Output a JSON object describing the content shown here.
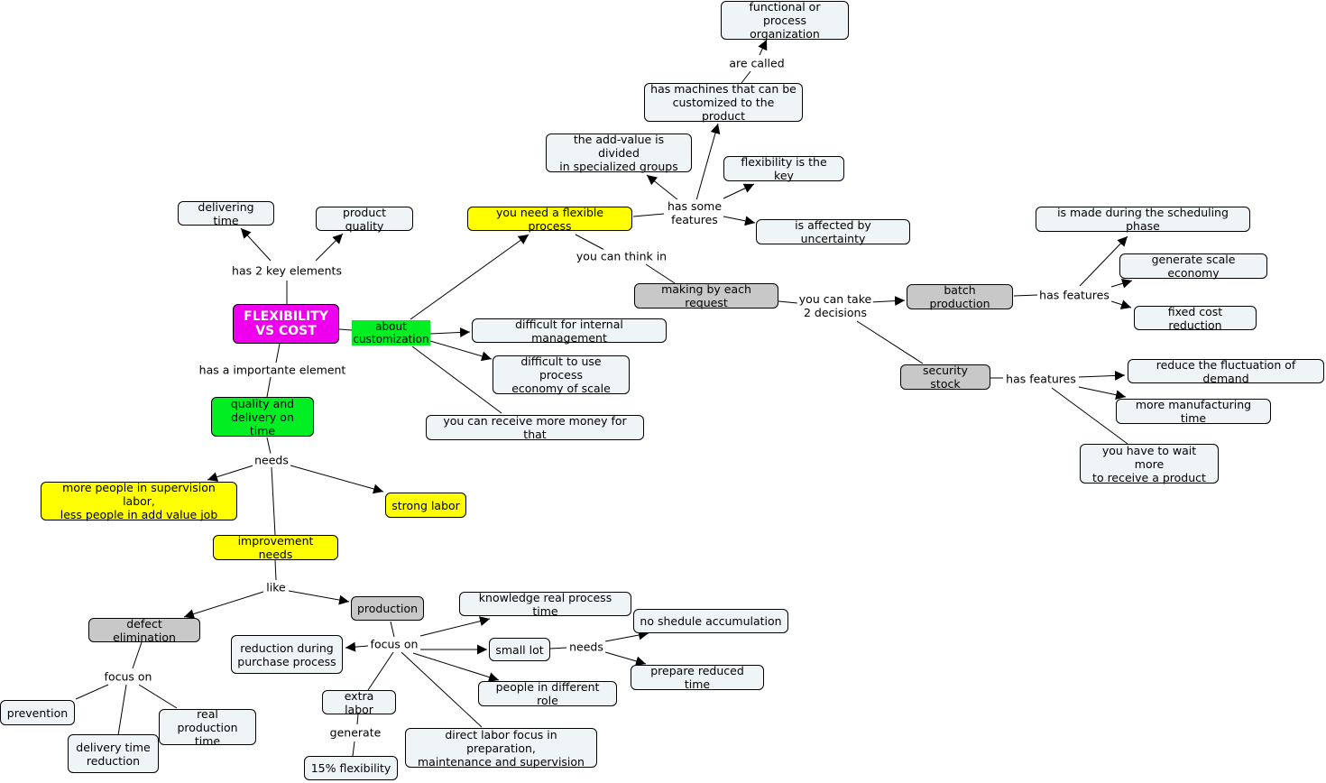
{
  "nodes": {
    "root": "FLEXIBILITY\nVS COST",
    "delivering_time": "delivering time",
    "product_quality": "product quality",
    "about_customization": "about\ncustomization",
    "flexible_process": "you need a flexible process",
    "difficult_internal": "difficult for internal management",
    "difficult_scale": "difficult to use process\neconomy of scale",
    "more_money": "you can receive more money for that",
    "functional_org": "functional or process\norganization",
    "machines_customized": "has machines that can be\ncustomized to the product",
    "add_value_divided": "the add-value is divided\nin specialized groups",
    "flexibility_key": "flexibility is the key",
    "affected_uncertainty": "is affected by uncertainty",
    "making_each_request": "making by each request",
    "batch_production": "batch production",
    "scheduling_phase": "is made during the scheduling phase",
    "scale_economy": "generate scale economy",
    "fixed_cost": "fixed cost reduction",
    "security_stock": "security stock",
    "reduce_fluctuation": "reduce the fluctuation of demand",
    "more_manufacturing": "more manufacturing time",
    "wait_more": "you have to wait more\nto receive a product",
    "quality_delivery": "quality and\ndelivery on time",
    "more_people": "more people in supervision labor,\nless people in add value job",
    "strong_labor": "strong labor",
    "improvement_needs": "improvement needs",
    "defect_elimination": "defect elimination",
    "production": "production",
    "prevention": "prevention",
    "delivery_reduction": "delivery time\nreduction",
    "real_production": "real production\ntime",
    "reduction_purchase": "reduction during\npurchase process",
    "knowledge_real": "knowledge real process time",
    "small_lot": "small lot",
    "no_schedule": "no shedule accumulation",
    "prepare_reduced": "prepare reduced time",
    "people_roles": "people in different role",
    "extra_labor": "extra labor",
    "flex_15": "15% flexibility",
    "direct_labor": "direct labor focus in preparation,\nmaintenance and supervision"
  },
  "links": {
    "has_2_key": "has 2 key elements",
    "has_importante": "has a importante element",
    "has_some_features": "has some\nfeatures",
    "are_called": "are called",
    "you_can_think": "you can think in",
    "you_can_take": "you can take\n2 decisions",
    "has_features_batch": "has features",
    "has_features_stock": "has features",
    "needs_quality": "needs",
    "like": "like",
    "focus_on_defect": "focus on",
    "focus_on_production": "focus on",
    "needs_small_lot": "needs",
    "generate": "generate"
  },
  "colors": {
    "root": "#ee00ee",
    "green": "#00ee22",
    "yellow": "#ffff00",
    "gray": "#c8c8c8",
    "default": "#eff4f6"
  }
}
